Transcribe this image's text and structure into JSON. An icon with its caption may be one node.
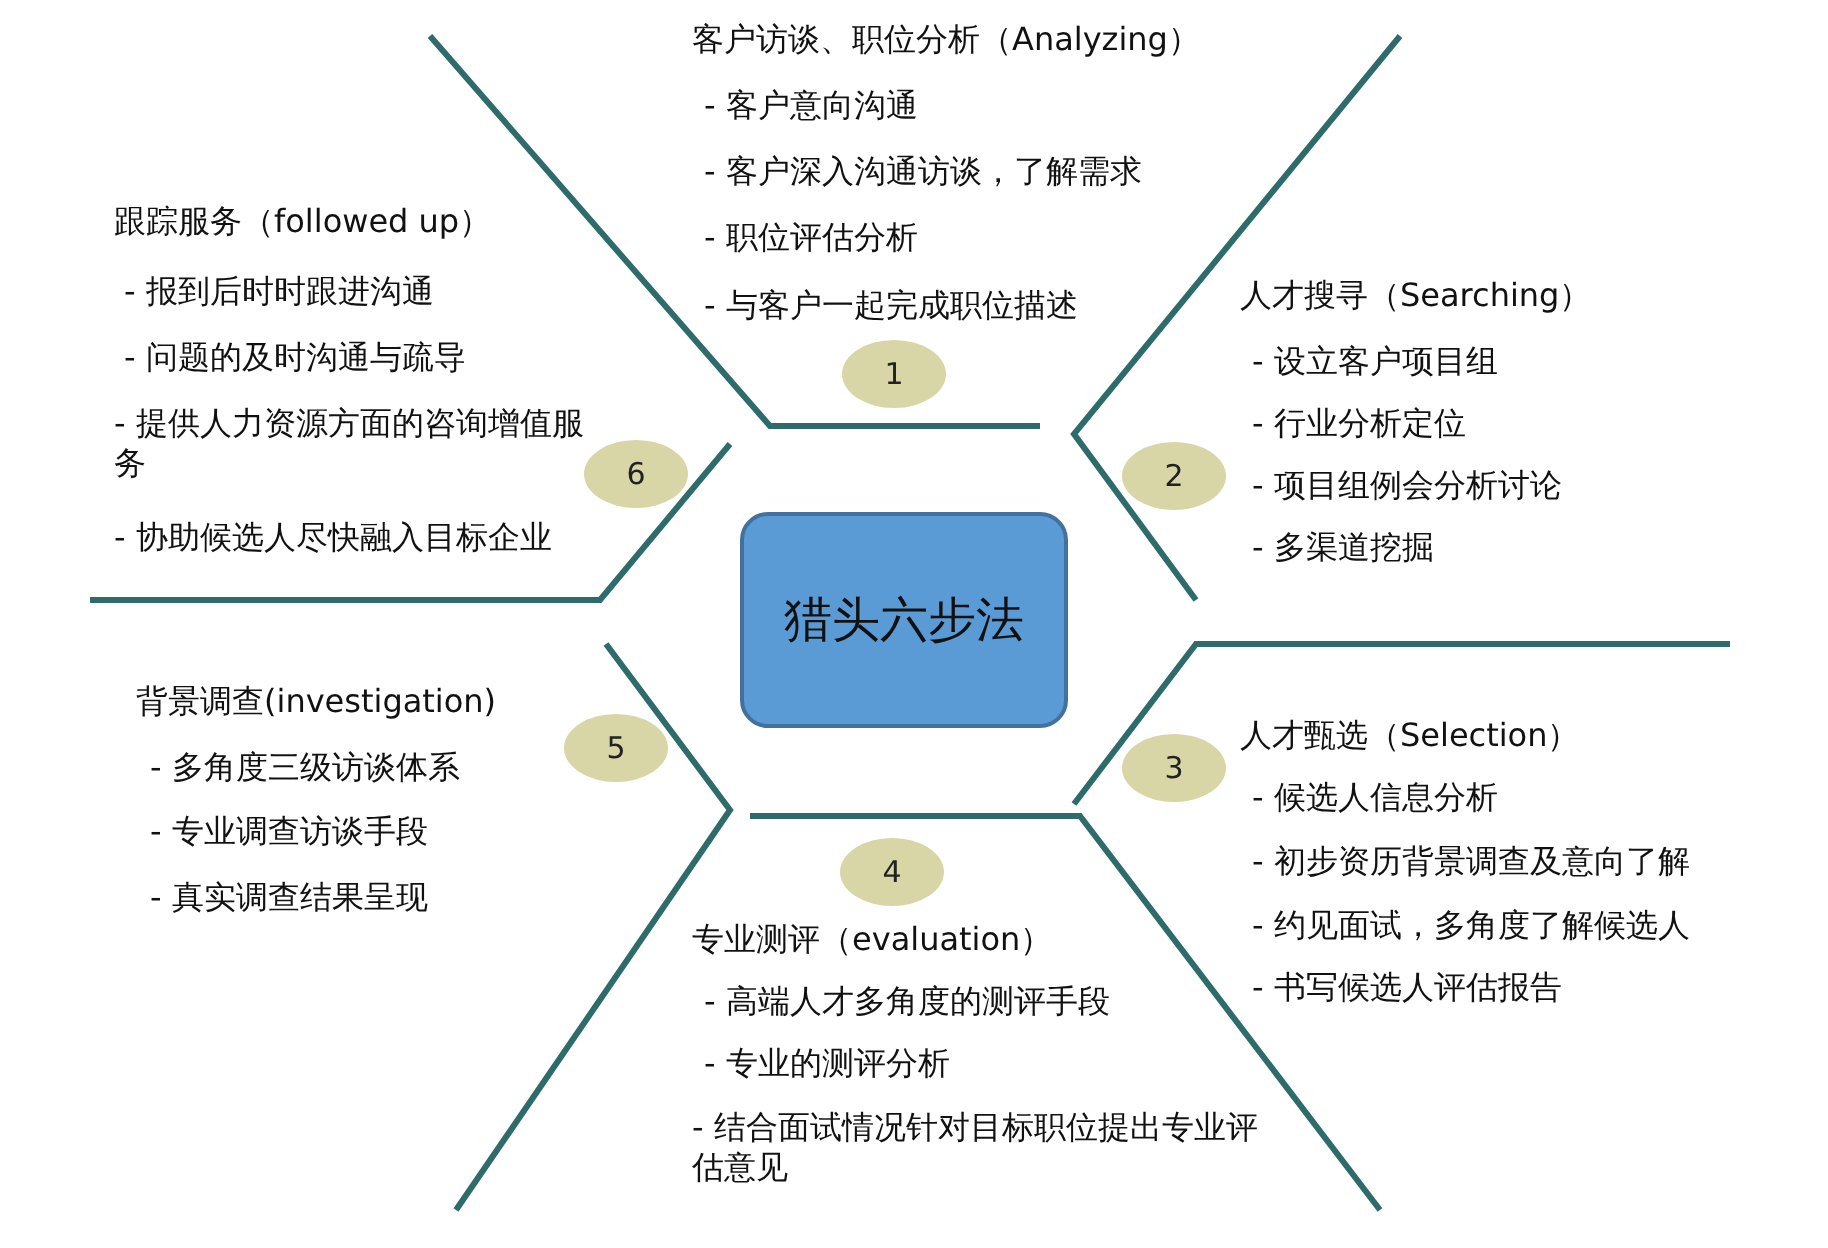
{
  "diagram": {
    "nodes": [
      {
        "text": [
          "猎头六步法"
        ]
      },
      {
        "text": [
          "1"
        ]
      },
      {
        "text": [
          "2"
        ]
      },
      {
        "text": [
          "3"
        ]
      },
      {
        "text": [
          "4"
        ]
      },
      {
        "text": [
          "5"
        ]
      },
      {
        "text": [
          "6"
        ]
      }
    ],
    "labels": [
      "客户访谈、职位分析（Analyzing）",
      "- 客户意向沟通",
      "- 客户深入沟通访谈，了解需求",
      "- 职位评估分析",
      "- 与客户一起完成职位描述",
      "人才搜寻（Searching）",
      "- 设立客户项目组",
      "- 行业分析定位",
      "- 项目组例会分析讨论",
      "- 多渠道挖掘",
      "人才甄选（Selection）",
      "- 候选人信息分析",
      "- 初步资历背景调查及意向了解",
      "- 约见面试，多角度了解候选人",
      "- 书写候选人评估报告",
      "专业测评（evaluation）",
      "- 高端人才多角度的测评手段",
      "- 专业的测评分析",
      "- 结合面试情况针对目标职位提出专业评估意见",
      "背景调查(investigation)",
      "- 多角度三级访谈体系",
      "- 专业调查访谈手段",
      "- 真实调查结果呈现",
      "跟踪服务（followed up）",
      "- 报到后时时跟进沟通",
      "- 问题的及时沟通与疏导",
      "- 提供人力资源方面的咨询增值服务",
      "- 协助候选人尽快融入目标企业"
    ]
  }
}
